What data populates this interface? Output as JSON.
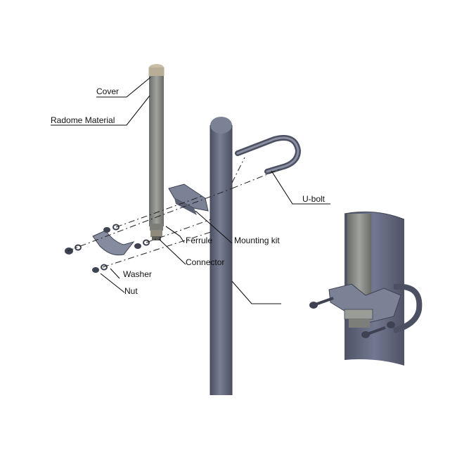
{
  "labels": {
    "cover": "Cover",
    "radome": "Radome Material",
    "ubolt": "U-bolt",
    "ferrule": "Ferrule",
    "mounting_kit": "Mounting kit",
    "connector": "Connector",
    "washer": "Washer",
    "nut": "Nut"
  },
  "colors": {
    "pole": "#6b7185",
    "pole_dark": "#4b5062",
    "pole_light": "#8a8fa2",
    "antenna": "#8c8e8a",
    "antenna_dark": "#666864",
    "cover": "#b8ae98",
    "hardware": "#8d93a5",
    "hardware_dark": "#3e4252"
  }
}
